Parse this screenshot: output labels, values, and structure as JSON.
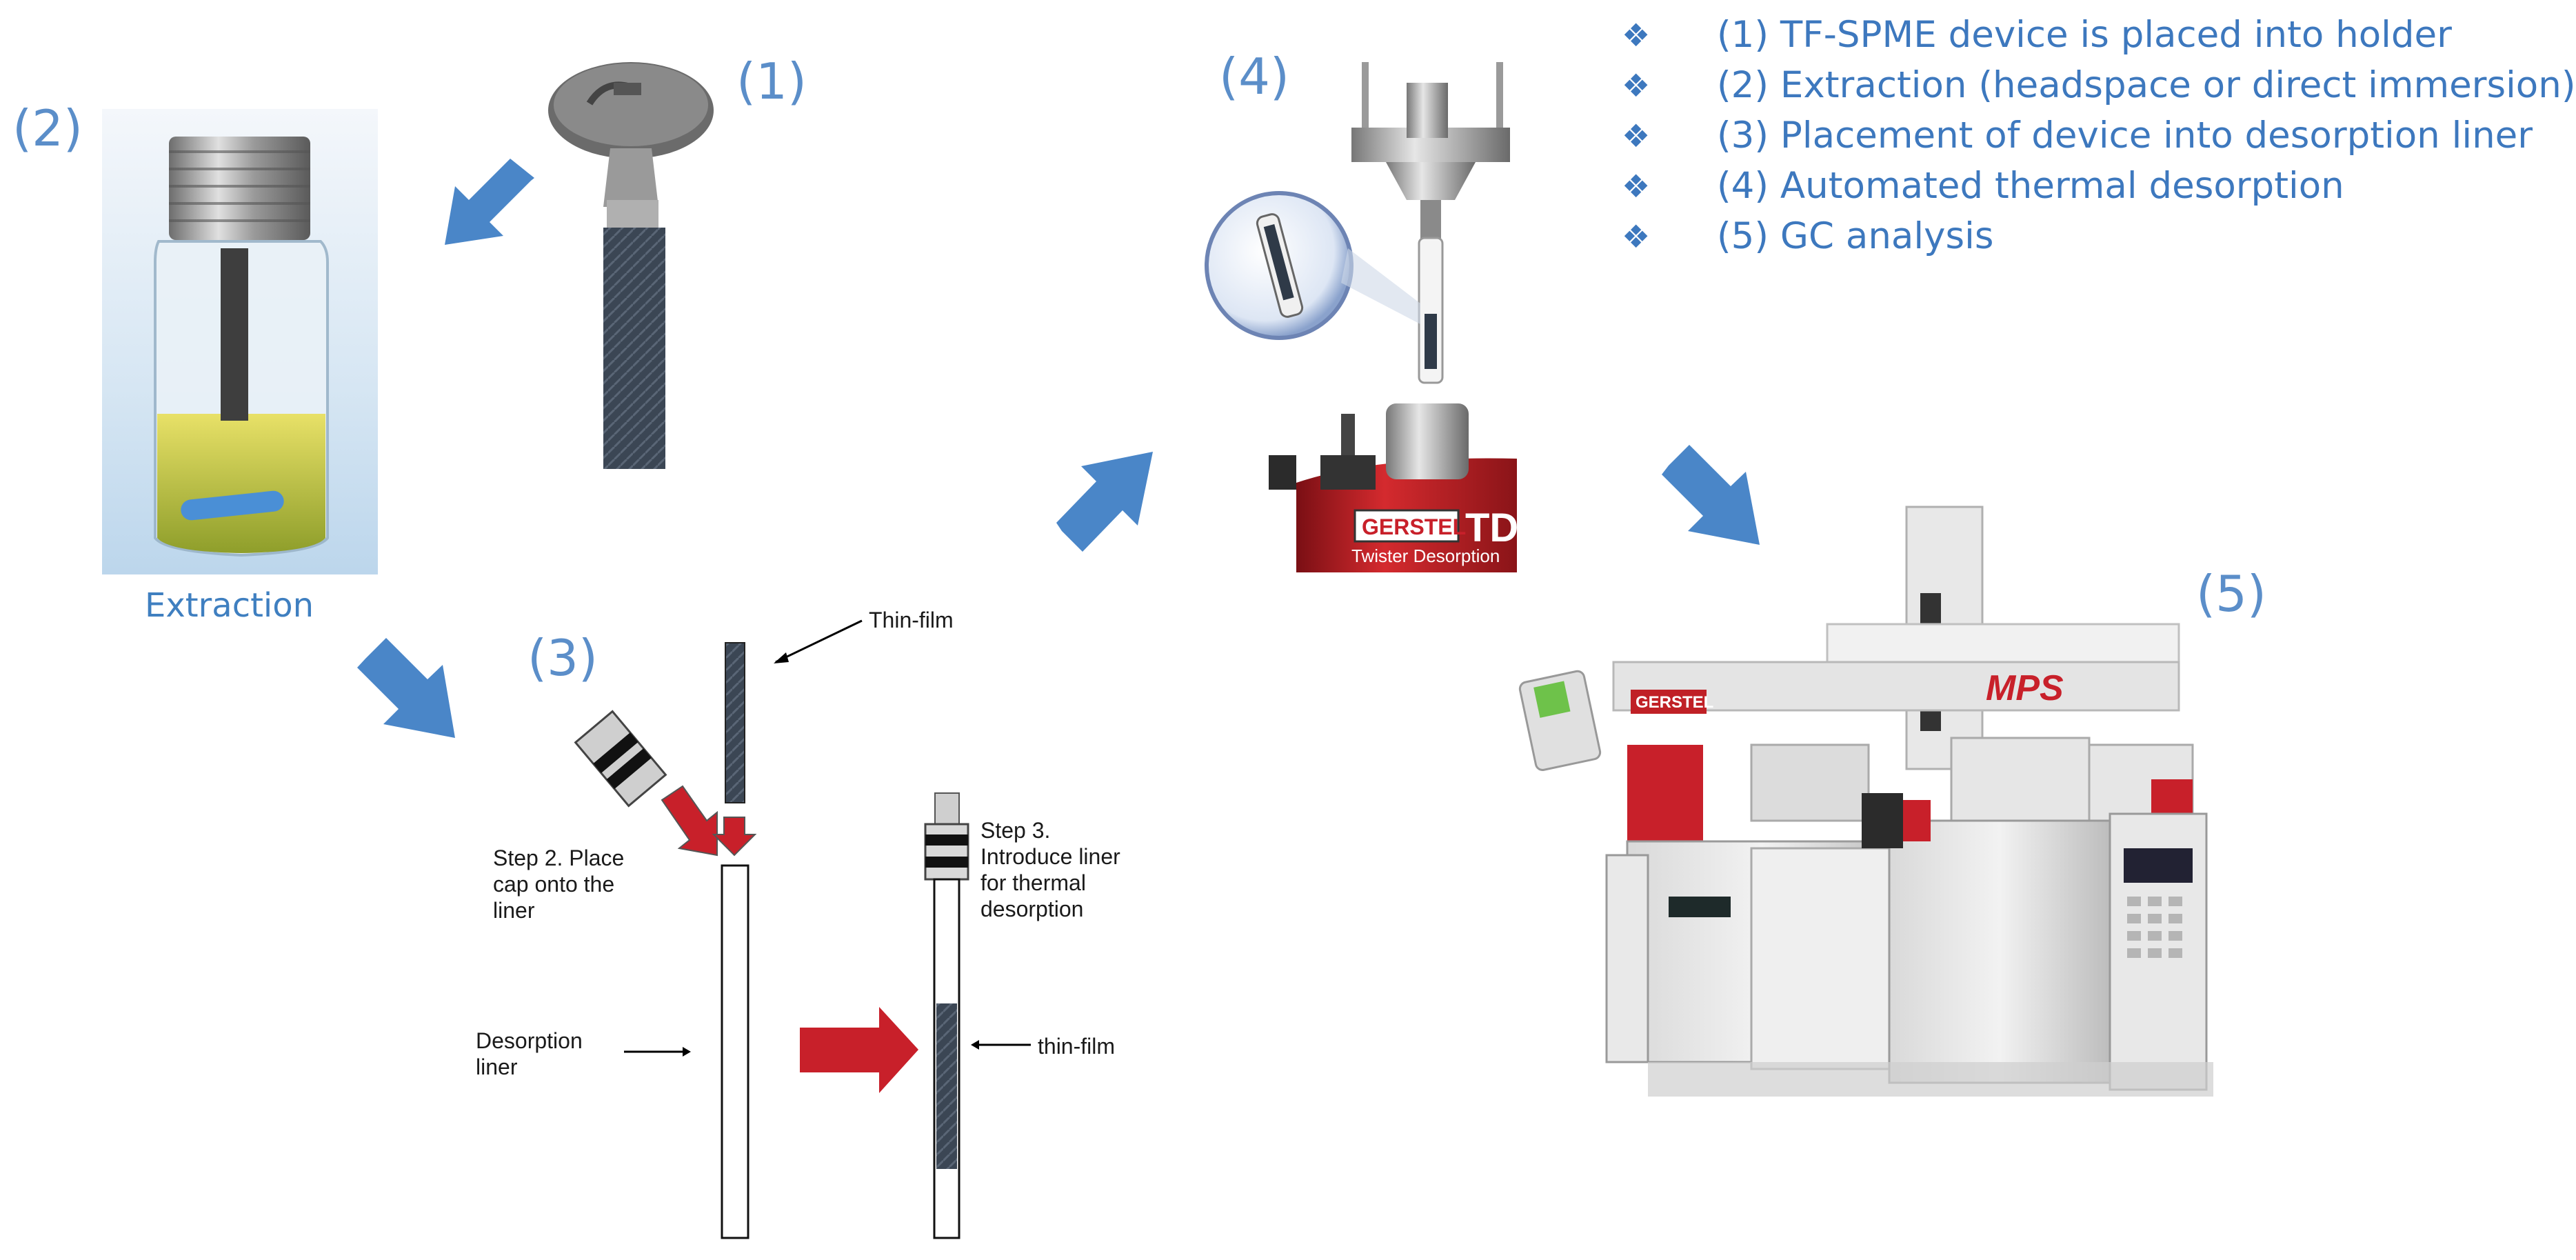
{
  "step_numbers": [
    "(1)",
    "(2)",
    "(3)",
    "(4)",
    "(5)"
  ],
  "captions": {
    "extraction": "Extraction"
  },
  "legend": {
    "bullet_icon": "diamond-bullet-icon",
    "items": [
      "(1) TF-SPME device is placed into holder",
      "(2) Extraction (headspace or direct immersion)",
      "(3) Placement of device into desorption liner",
      "(4) Automated thermal desorption",
      "(5) GC analysis"
    ]
  },
  "step3_labels": {
    "thin_film_top": "Thin-film",
    "step2": [
      "Step 2. Place",
      "cap onto the",
      "liner"
    ],
    "step3": [
      "Step 3.",
      "Introduce liner",
      "for thermal",
      "desorption"
    ],
    "desorption_liner": [
      "Desorption",
      "liner"
    ],
    "thin_film_side": "thin-film"
  },
  "instrument_labels": {
    "gerstel": "GERSTEL",
    "tdu": "TD",
    "tdu_sub": "Twister Desorption",
    "mps": "MPS",
    "gerstel_small": "GERSTEL"
  },
  "colors": {
    "accent_blue": "#5b8ec9",
    "arrow_blue": "#4a86c8",
    "arrow_red": "#c8202a",
    "legend_text": "#3d78be"
  }
}
